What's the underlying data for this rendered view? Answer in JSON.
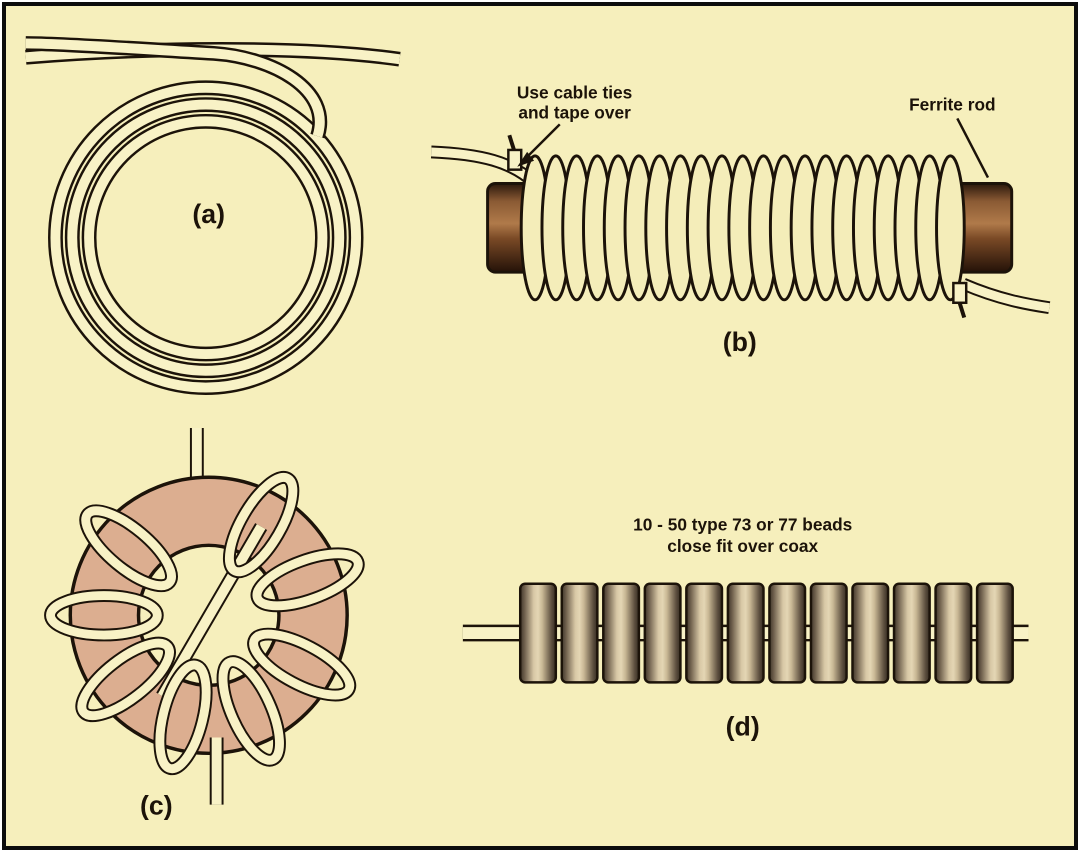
{
  "figure": {
    "colors": {
      "background": "#f6efbc",
      "ink": "#1c1309",
      "coax_fill": "#f8f2c6",
      "toroid_fill": "#dcae90",
      "rod_dark": "#2a180c",
      "rod_light": "#b07a4a",
      "bead_dark": "#3f352a",
      "bead_light": "#e4d6b4"
    },
    "panels": {
      "a": {
        "label": "(a)"
      },
      "b": {
        "label": "(b)",
        "annotation_cable_ties": [
          "Use cable ties",
          "and tape over"
        ],
        "annotation_ferrite_rod": "Ferrite rod"
      },
      "c": {
        "label": "(c)"
      },
      "d": {
        "label": "(d)",
        "caption": [
          "10 - 50 type 73 or 77 beads",
          "close fit over coax"
        ]
      }
    }
  }
}
